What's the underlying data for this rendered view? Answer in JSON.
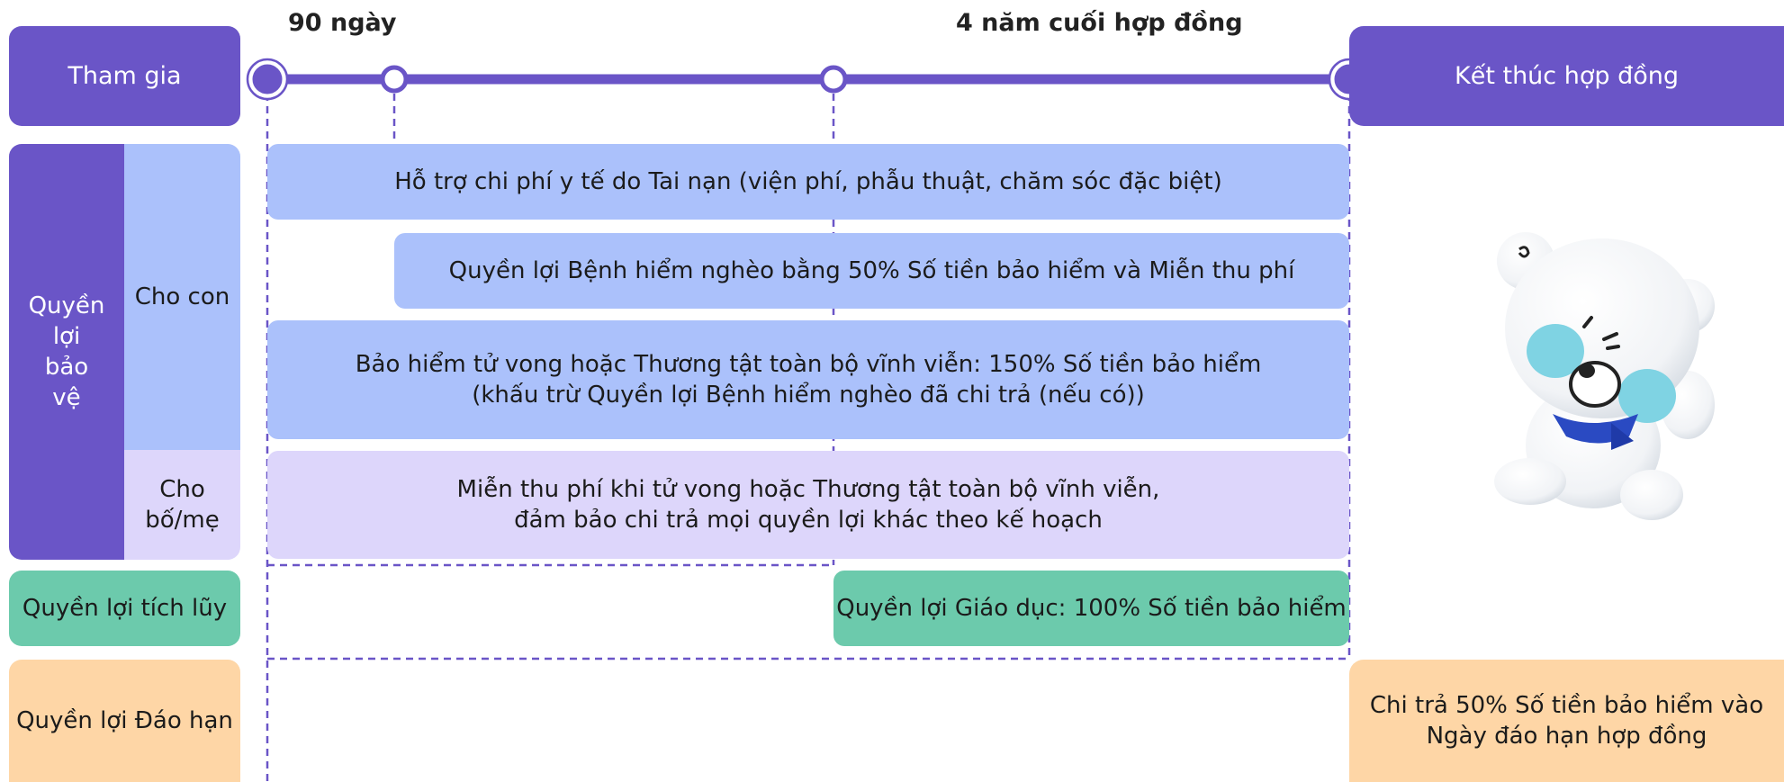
{
  "colors": {
    "primary_purple": "#6a55c7",
    "benefit_blue": "#abc1fb",
    "benefit_lavender": "#ddd6fb",
    "accumulation_green": "#6ccaac",
    "maturity_orange": "#fed6a6"
  },
  "timeline": {
    "phase_90_days": "90 ngày",
    "phase_last_4_years": "4 năm cuối hợp đồng"
  },
  "rows": {
    "join": "Tham gia",
    "contract_end": "Kết thúc hợp đồng",
    "protection_benefit": "Quyền\nlợi\nbảo\nvệ",
    "for_child": "Cho con",
    "for_parent": "Cho\nbố/mẹ",
    "accumulation_benefit": "Quyền lợi tích lũy",
    "maturity_benefit": "Quyền lợi Đáo hạn"
  },
  "benefits": {
    "accident_medical": "Hỗ trợ chi phí y tế do Tai nạn (viện phí, phẫu thuật, chăm sóc đặc biệt)",
    "critical_illness": "Quyền lợi Bệnh hiểm nghèo bằng 50% Số tiền bảo hiểm và Miễn thu phí",
    "death_disability": "Bảo hiểm tử vong hoặc Thương tật toàn bộ vĩnh viễn: 150% Số tiền bảo hiểm\n(khấu trừ Quyền lợi Bệnh hiểm nghèo đã chi trả (nếu có))",
    "premium_waiver": "Miễn thu phí khi tử vong hoặc Thương tật toàn bộ vĩnh viễn,\nđảm bảo chi trả mọi quyền lợi khác theo kế hoạch",
    "education": "Quyền lợi Giáo dục: 100% Số tiền bảo hiểm",
    "maturity_payout": "Chi trả 50% Số tiền bảo hiểm vào\nNgày đáo hạn hợp đồng"
  },
  "illustration": "polar-bear-mascot"
}
